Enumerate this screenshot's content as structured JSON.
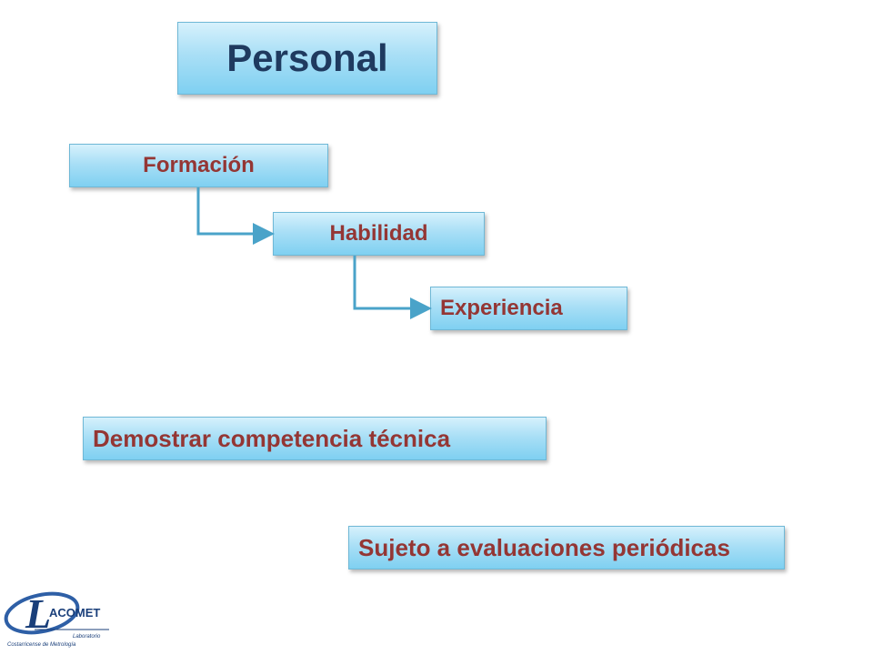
{
  "diagram": {
    "title": "Personal",
    "steps": [
      "Formación",
      "Habilidad",
      "Experiencia"
    ],
    "statements": [
      "Demostrar competencia técnica",
      "Sujeto a evaluaciones periódicas"
    ]
  },
  "logo": {
    "name": "LACOMET",
    "subtitle_line1": "Laboratorio",
    "subtitle_line2": "Costarricense de Metrología"
  },
  "colors": {
    "box_fill": "#a9dff6",
    "box_border": "#6fb8d6",
    "title_text": "#1f3a5f",
    "item_text": "#943634",
    "connector": "#4aa3c9"
  }
}
